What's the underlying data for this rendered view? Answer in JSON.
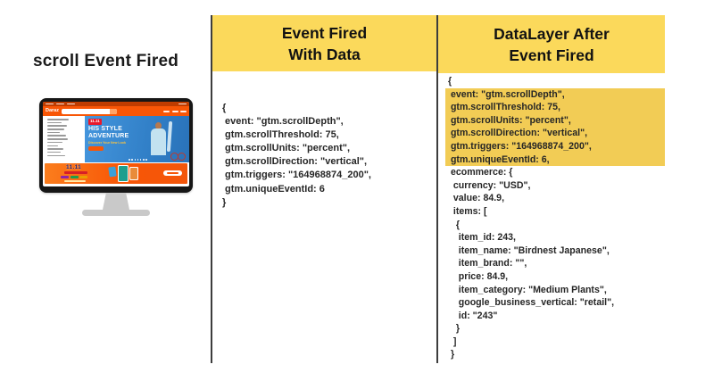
{
  "left": {
    "title": "scroll Event Fired",
    "monitor_site": {
      "logo": "Daraz",
      "hero": {
        "badge": "11.11",
        "headline": "HIS STYLE\nADVENTURE",
        "subline": "Discover Your New Look"
      },
      "promo": {
        "logo": "11.11"
      }
    }
  },
  "middle": {
    "header_line1": "Event Fired",
    "header_line2": "With Data",
    "code": {
      "lines": [
        {
          "t": "{",
          "hl": false
        },
        {
          "t": " event: \"gtm.scrollDepth\",",
          "hl": false
        },
        {
          "t": " gtm.scrollThreshold: 75,",
          "hl": false
        },
        {
          "t": " gtm.scrollUnits: \"percent\",",
          "hl": false
        },
        {
          "t": " gtm.scrollDirection: \"vertical\",",
          "hl": false
        },
        {
          "t": " gtm.triggers: \"164968874_200\",",
          "hl": false
        },
        {
          "t": " gtm.uniqueEventId: 6",
          "hl": false
        },
        {
          "t": "}",
          "hl": false
        }
      ]
    }
  },
  "right": {
    "header_line1": "DataLayer After",
    "header_line2": "Event Fired",
    "code": {
      "lines": [
        {
          "t": "{",
          "hl": false
        },
        {
          "t": " event: \"gtm.scrollDepth\",",
          "hl": true
        },
        {
          "t": " gtm.scrollThreshold: 75,",
          "hl": true
        },
        {
          "t": " gtm.scrollUnits: \"percent\",",
          "hl": true
        },
        {
          "t": " gtm.scrollDirection: \"vertical\",",
          "hl": true
        },
        {
          "t": " gtm.triggers: \"164968874_200\",",
          "hl": true
        },
        {
          "t": " gtm.uniqueEventId: 6,",
          "hl": true
        },
        {
          "t": " ecommerce: {",
          "hl": false
        },
        {
          "t": "  currency: \"USD\",",
          "hl": false
        },
        {
          "t": "  value: 84.9,",
          "hl": false
        },
        {
          "t": "  items: [",
          "hl": false
        },
        {
          "t": "   {",
          "hl": false
        },
        {
          "t": "    item_id: 243,",
          "hl": false
        },
        {
          "t": "    item_name: \"Birdnest Japanese\",",
          "hl": false
        },
        {
          "t": "    item_brand: \"\",",
          "hl": false
        },
        {
          "t": "    price: 84.9,",
          "hl": false
        },
        {
          "t": "    item_category: \"Medium Plants\",",
          "hl": false
        },
        {
          "t": "    google_business_vertical: \"retail\",",
          "hl": false
        },
        {
          "t": "    id: \"243\"",
          "hl": false
        },
        {
          "t": "   }",
          "hl": false
        },
        {
          "t": "  ]",
          "hl": false
        },
        {
          "t": " }",
          "hl": false
        }
      ]
    }
  },
  "colors": {
    "header_yellow": "#fbd95b",
    "highlight_yellow": "#f2cc55",
    "daraz_orange": "#f85606",
    "hero_blue": "#2e7cc4",
    "promo_navy": "#1b1464",
    "badge_red": "#e8192c",
    "stand_gray": "#c9c9c9",
    "divider_dark": "#3d3d3d"
  }
}
